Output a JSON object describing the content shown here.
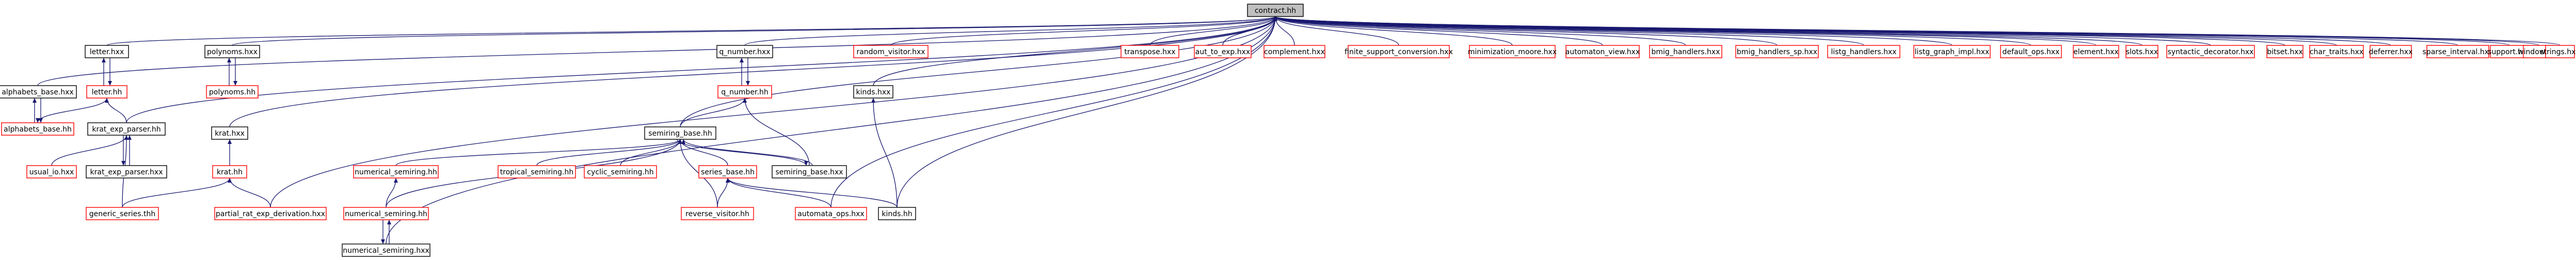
{
  "graph": {
    "root": "contract.hh",
    "edge_color": "#191970",
    "red_border_color": "#ff0000",
    "black_border_color": "#000000",
    "root_fill": "#bfbfbf",
    "nodes": [
      {
        "id": "contract_hh",
        "label": "contract.hh",
        "border": "black"
      },
      {
        "id": "alphabets_base_hxx",
        "label": "alphabets_base.hxx",
        "border": "black"
      },
      {
        "id": "alphabets_base_hh",
        "label": "alphabets_base.hh",
        "border": "red"
      },
      {
        "id": "letter_hxx",
        "label": "letter.hxx",
        "border": "black"
      },
      {
        "id": "letter_hh",
        "label": "letter.hh",
        "border": "red"
      },
      {
        "id": "kratexp_parser_hh",
        "label": "krat_exp_parser.hh",
        "border": "black"
      },
      {
        "id": "usual_io_hxx",
        "label": "usual_io.hxx",
        "border": "red"
      },
      {
        "id": "kratexp_parser_hxx",
        "label": "krat_exp_parser.hxx",
        "border": "black"
      },
      {
        "id": "polynoms_hxx",
        "label": "polynoms.hxx",
        "border": "black"
      },
      {
        "id": "polynoms_hh",
        "label": "polynoms.hh",
        "border": "red"
      },
      {
        "id": "krat_hxx",
        "label": "krat.hxx",
        "border": "black"
      },
      {
        "id": "krat_hh",
        "label": "krat.hh",
        "border": "red"
      },
      {
        "id": "generic_series_thh",
        "label": "generic_series.thh",
        "border": "red"
      },
      {
        "id": "partial_rat_exp_derivation_hxx",
        "label": "partial_rat_exp_derivation.hxx",
        "border": "red"
      },
      {
        "id": "q_number_hxx",
        "label": "q_number.hxx",
        "border": "black"
      },
      {
        "id": "q_number_hh",
        "label": "q_number.hh",
        "border": "red"
      },
      {
        "id": "semiring_base_hh",
        "label": "semiring_base.hh",
        "border": "black"
      },
      {
        "id": "numerical_semiring_hh_a",
        "label": "numerical_semiring.hh",
        "border": "red"
      },
      {
        "id": "tropical_semiring_hh",
        "label": "tropical_semiring.hh",
        "border": "red"
      },
      {
        "id": "cyclic_semiring_hh",
        "label": "cyclic_semiring.hh",
        "border": "red"
      },
      {
        "id": "series_base_hh",
        "label": "series_base.hh",
        "border": "red"
      },
      {
        "id": "semiring_base_hxx",
        "label": "semiring_base.hxx",
        "border": "black"
      },
      {
        "id": "numerical_semiring_hh_b",
        "label": "numerical_semiring.hh",
        "border": "red"
      },
      {
        "id": "numerical_semiring_hxx",
        "label": "numerical_semiring.hxx",
        "border": "black"
      },
      {
        "id": "reverse_visitor_hh",
        "label": "reverse_visitor.hh",
        "border": "red"
      },
      {
        "id": "automata_ops_hxx",
        "label": "automata_ops.hxx",
        "border": "red"
      },
      {
        "id": "kinds_hxx",
        "label": "kinds.hxx",
        "border": "black"
      },
      {
        "id": "kinds_hh",
        "label": "kinds.hh",
        "border": "black"
      },
      {
        "id": "random_visitor_hxx",
        "label": "random_visitor.hxx",
        "border": "red"
      },
      {
        "id": "transpose_hxx",
        "label": "transpose.hxx",
        "border": "red"
      },
      {
        "id": "aut_to_exp_hxx",
        "label": "aut_to_exp.hxx",
        "border": "red"
      },
      {
        "id": "complement_hxx",
        "label": "complement.hxx",
        "border": "red"
      },
      {
        "id": "finite_support_conversion_hxx",
        "label": "finite_support_conversion.hxx",
        "border": "red"
      },
      {
        "id": "minimization_moore_hxx",
        "label": "minimization_moore.hxx",
        "border": "red"
      },
      {
        "id": "automaton_view_hxx",
        "label": "automaton_view.hxx",
        "border": "red"
      },
      {
        "id": "bmig_handlers_hxx",
        "label": "bmig_handlers.hxx",
        "border": "red"
      },
      {
        "id": "bmig_handlers_sp_hxx",
        "label": "bmig_handlers_sp.hxx",
        "border": "red"
      },
      {
        "id": "listg_handlers_hxx",
        "label": "listg_handlers.hxx",
        "border": "red"
      },
      {
        "id": "listg_graph_impl_hxx",
        "label": "listg_graph_impl.hxx",
        "border": "red"
      },
      {
        "id": "default_ops_hxx",
        "label": "default_ops.hxx",
        "border": "red"
      },
      {
        "id": "element_hxx",
        "label": "element.hxx",
        "border": "red"
      },
      {
        "id": "slots_hxx",
        "label": "slots.hxx",
        "border": "red"
      },
      {
        "id": "syntactic_decorator_hxx",
        "label": "syntactic_decorator.hxx",
        "border": "red"
      },
      {
        "id": "bitset_hxx",
        "label": "bitset.hxx",
        "border": "red"
      },
      {
        "id": "char_traits_hxx",
        "label": "char_traits.hxx",
        "border": "red"
      },
      {
        "id": "deferrer_hxx",
        "label": "deferrer.hxx",
        "border": "red"
      },
      {
        "id": "sparse_interval_hxx",
        "label": "sparse_interval.hxx",
        "border": "red"
      },
      {
        "id": "support_hxx",
        "label": "support.hxx",
        "border": "red"
      },
      {
        "id": "window_hxx",
        "label": "window.hxx",
        "border": "red"
      },
      {
        "id": "strings_hxx",
        "label": "strings.hxx",
        "border": "red"
      }
    ],
    "edges": [
      [
        "alphabets_base_hxx",
        "contract_hh"
      ],
      [
        "letter_hxx",
        "contract_hh"
      ],
      [
        "kratexp_parser_hh",
        "contract_hh"
      ],
      [
        "polynoms_hxx",
        "contract_hh"
      ],
      [
        "krat_hxx",
        "contract_hh"
      ],
      [
        "partial_rat_exp_derivation_hxx",
        "contract_hh"
      ],
      [
        "numerical_semiring_hxx",
        "contract_hh"
      ],
      [
        "q_number_hxx",
        "contract_hh"
      ],
      [
        "semiring_base_hh",
        "contract_hh"
      ],
      [
        "automata_ops_hxx",
        "contract_hh"
      ],
      [
        "kinds_hxx",
        "contract_hh"
      ],
      [
        "kinds_hh",
        "contract_hh"
      ],
      [
        "random_visitor_hxx",
        "contract_hh"
      ],
      [
        "transpose_hxx",
        "contract_hh"
      ],
      [
        "aut_to_exp_hxx",
        "contract_hh"
      ],
      [
        "complement_hxx",
        "contract_hh"
      ],
      [
        "finite_support_conversion_hxx",
        "contract_hh"
      ],
      [
        "minimization_moore_hxx",
        "contract_hh"
      ],
      [
        "automaton_view_hxx",
        "contract_hh"
      ],
      [
        "bmig_handlers_hxx",
        "contract_hh"
      ],
      [
        "bmig_handlers_sp_hxx",
        "contract_hh"
      ],
      [
        "listg_handlers_hxx",
        "contract_hh"
      ],
      [
        "listg_graph_impl_hxx",
        "contract_hh"
      ],
      [
        "default_ops_hxx",
        "contract_hh"
      ],
      [
        "element_hxx",
        "contract_hh"
      ],
      [
        "slots_hxx",
        "contract_hh"
      ],
      [
        "syntactic_decorator_hxx",
        "contract_hh"
      ],
      [
        "bitset_hxx",
        "contract_hh"
      ],
      [
        "char_traits_hxx",
        "contract_hh"
      ],
      [
        "deferrer_hxx",
        "contract_hh"
      ],
      [
        "sparse_interval_hxx",
        "contract_hh"
      ],
      [
        "support_hxx",
        "contract_hh"
      ],
      [
        "window_hxx",
        "contract_hh"
      ],
      [
        "strings_hxx",
        "contract_hh"
      ],
      [
        "alphabets_base_hh",
        "alphabets_base_hxx"
      ],
      [
        "alphabets_base_hxx",
        "alphabets_base_hh"
      ],
      [
        "letter_hh",
        "letter_hxx"
      ],
      [
        "letter_hxx",
        "letter_hh"
      ],
      [
        "letter_hh",
        "alphabets_base_hh"
      ],
      [
        "kratexp_parser_hh",
        "letter_hh"
      ],
      [
        "usual_io_hxx",
        "kratexp_parser_hh"
      ],
      [
        "kratexp_parser_hxx",
        "kratexp_parser_hh"
      ],
      [
        "kratexp_parser_hh",
        "kratexp_parser_hxx"
      ],
      [
        "generic_series_thh",
        "kratexp_parser_hh"
      ],
      [
        "polynoms_hh",
        "polynoms_hxx"
      ],
      [
        "polynoms_hxx",
        "polynoms_hh"
      ],
      [
        "krat_hh",
        "krat_hxx"
      ],
      [
        "generic_series_thh",
        "krat_hh"
      ],
      [
        "partial_rat_exp_derivation_hxx",
        "krat_hh"
      ],
      [
        "q_number_hh",
        "q_number_hxx"
      ],
      [
        "q_number_hxx",
        "q_number_hh"
      ],
      [
        "semiring_base_hh",
        "q_number_hh"
      ],
      [
        "semiring_base_hxx",
        "q_number_hh"
      ],
      [
        "numerical_semiring_hh_a",
        "semiring_base_hh"
      ],
      [
        "tropical_semiring_hh",
        "semiring_base_hh"
      ],
      [
        "cyclic_semiring_hh",
        "semiring_base_hh"
      ],
      [
        "series_base_hh",
        "semiring_base_hh"
      ],
      [
        "semiring_base_hxx",
        "semiring_base_hh"
      ],
      [
        "semiring_base_hh",
        "semiring_base_hxx"
      ],
      [
        "numerical_semiring_hh_b",
        "semiring_base_hh"
      ],
      [
        "numerical_semiring_hh_b",
        "numerical_semiring_hh_a"
      ],
      [
        "numerical_semiring_hxx",
        "numerical_semiring_hh_b"
      ],
      [
        "numerical_semiring_hh_b",
        "numerical_semiring_hxx"
      ],
      [
        "reverse_visitor_hh",
        "series_base_hh"
      ],
      [
        "automata_ops_hxx",
        "series_base_hh"
      ],
      [
        "kinds_hh",
        "series_base_hh"
      ],
      [
        "reverse_visitor_hh",
        "semiring_base_hh"
      ],
      [
        "kinds_hh",
        "kinds_hxx"
      ]
    ]
  }
}
